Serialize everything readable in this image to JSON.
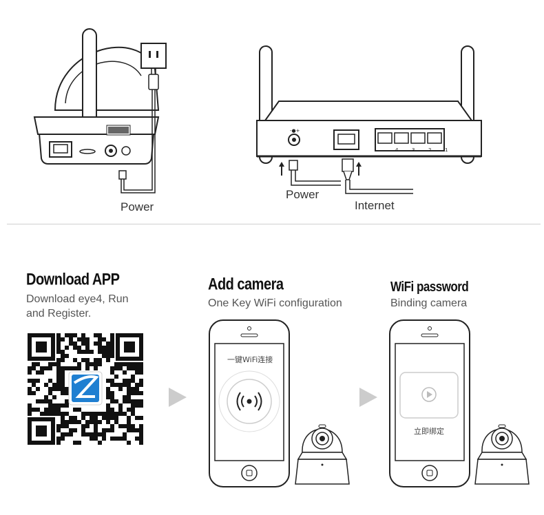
{
  "top": {
    "camera_power_label": "Power",
    "router_power_label": "Power",
    "router_internet_label": "Internet",
    "router_port_numbers": [
      "4",
      "3",
      "2",
      "1"
    ]
  },
  "steps": [
    {
      "title": "Download APP",
      "subtitle_lines": [
        "Download eye4, Run",
        "and Register."
      ]
    },
    {
      "title": "Add camera",
      "subtitle_lines": [
        "One Key WiFi configuration"
      ],
      "phone_text": "一键WiFi连接"
    },
    {
      "title": "WiFi password",
      "subtitle_lines": [
        "Binding camera"
      ],
      "phone_text": "立即绑定"
    }
  ],
  "colors": {
    "qr_logo_blue": "#1f7fd1",
    "arrow_gray": "#cccccc",
    "line": "#222222"
  }
}
